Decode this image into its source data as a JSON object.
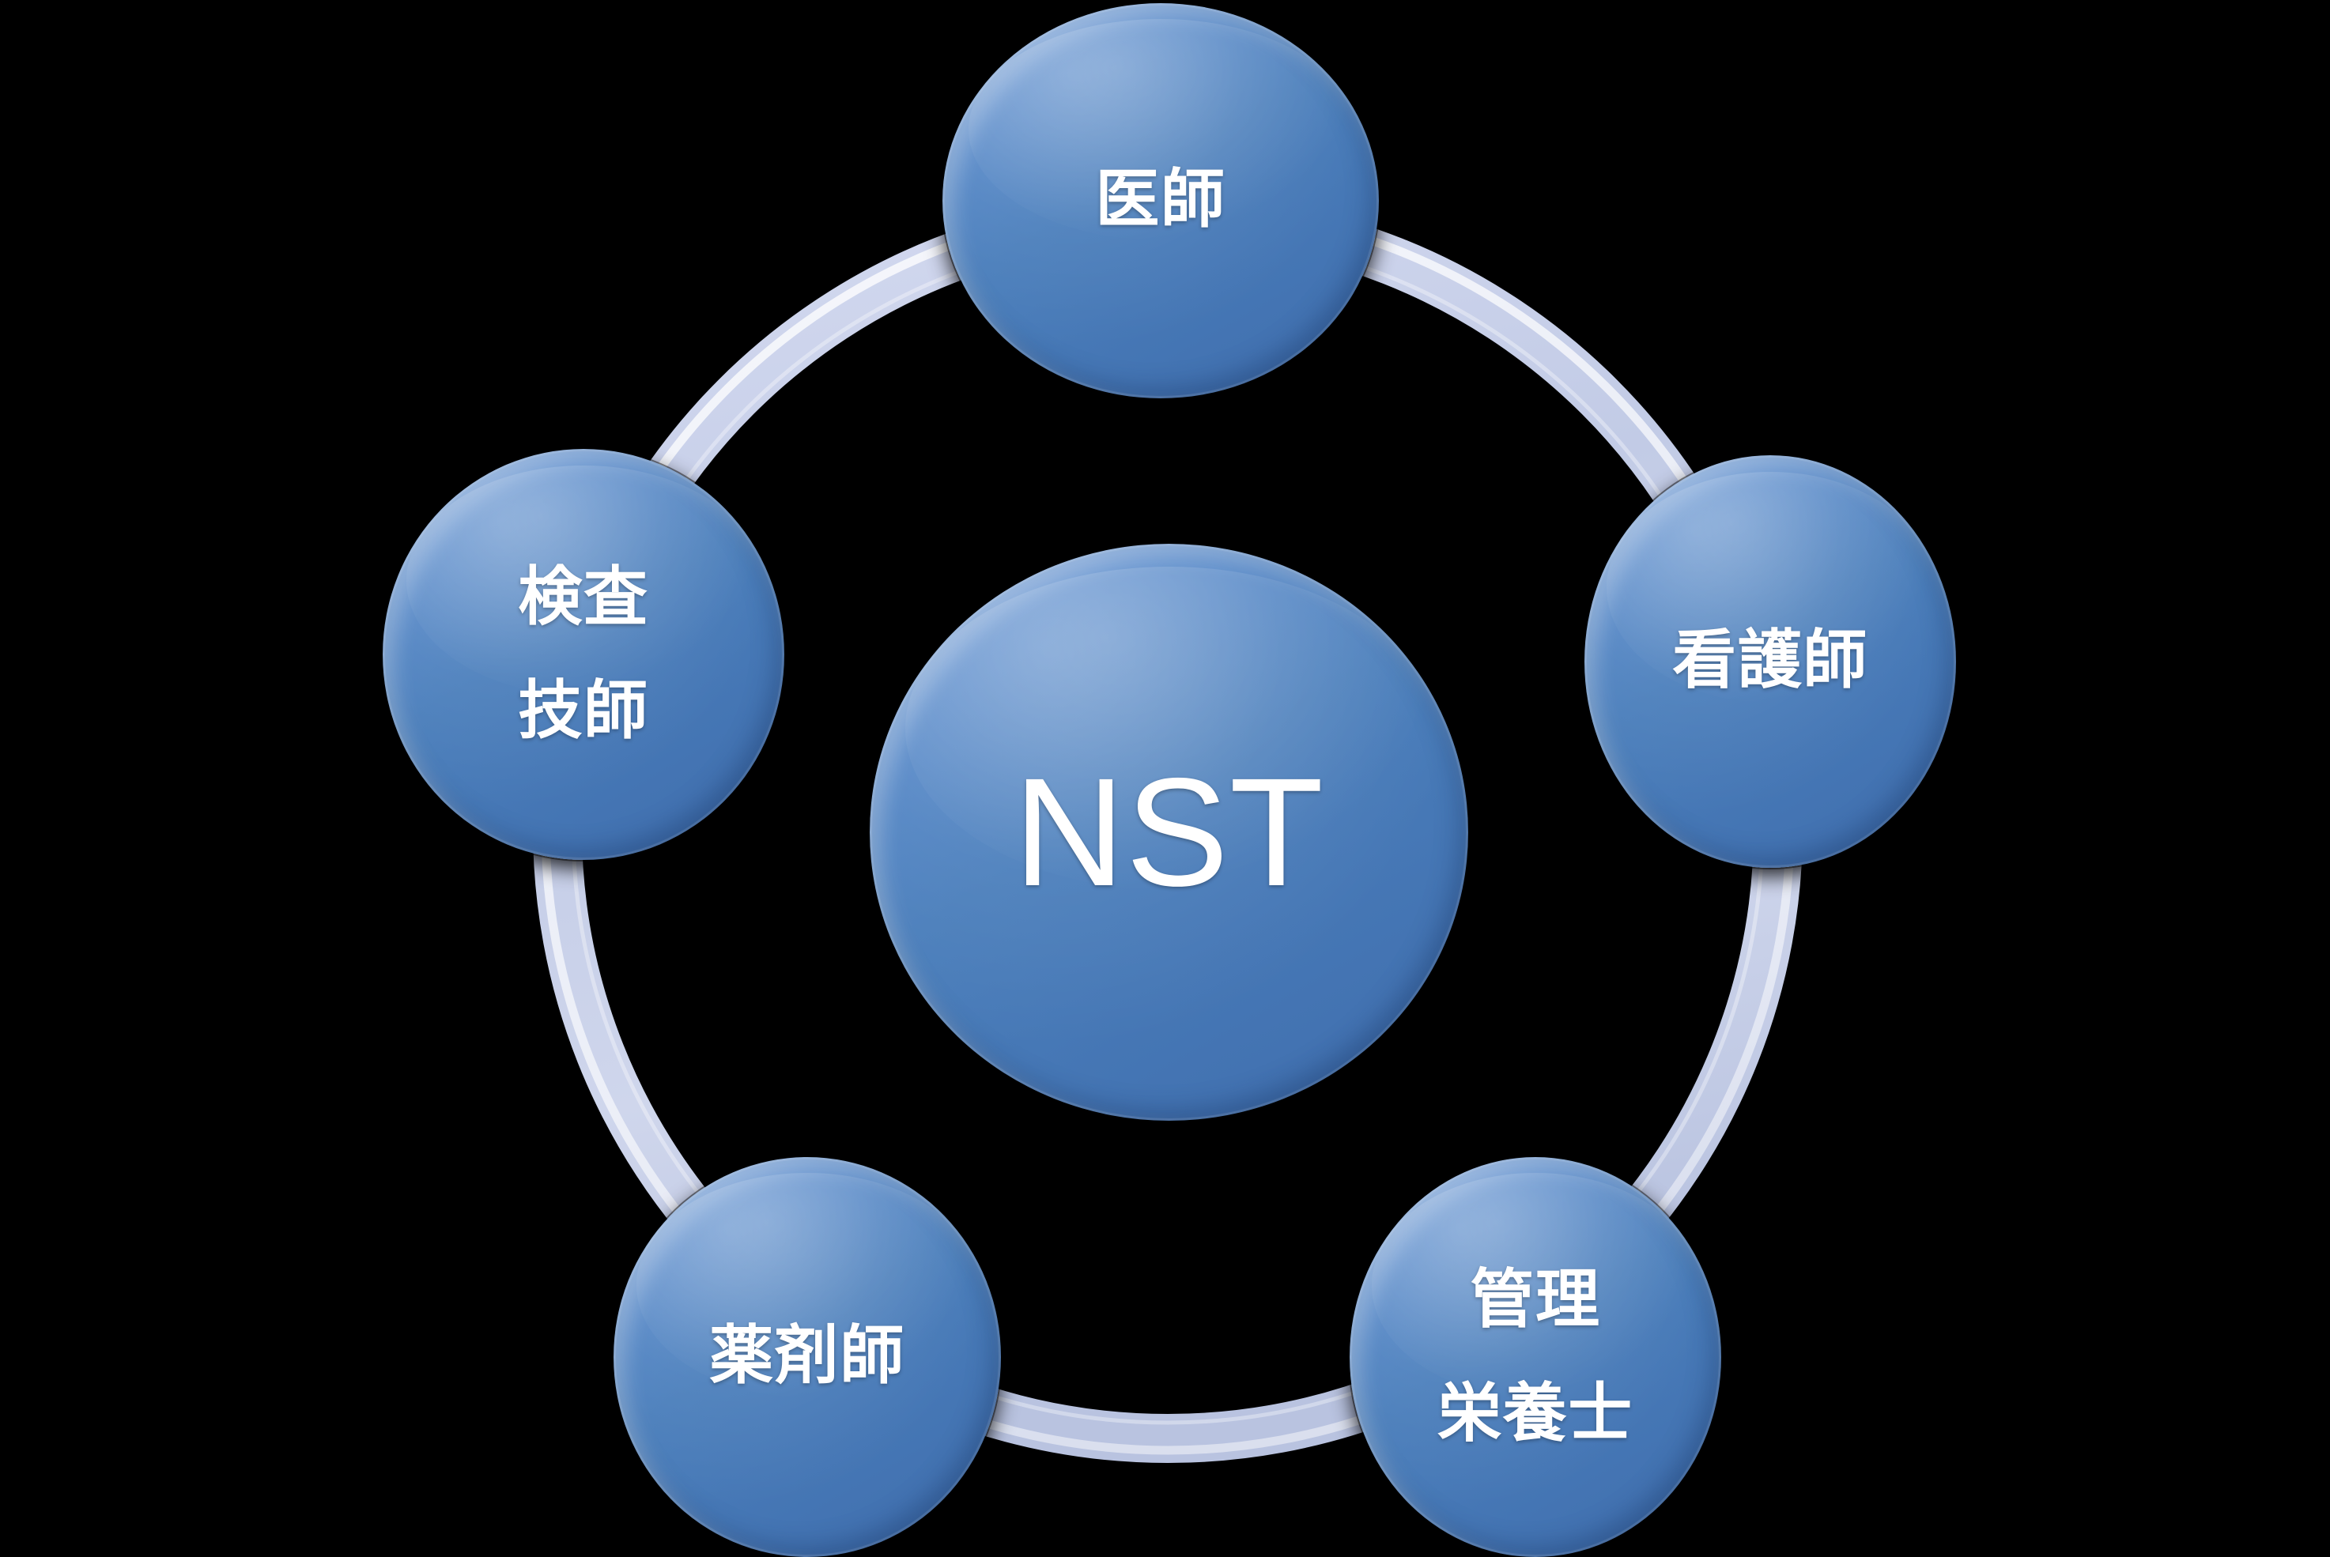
{
  "diagram": {
    "type": "cycle",
    "background_color": "#000000",
    "node_fill_color": "#4a7ebb",
    "node_text_color": "#ffffff",
    "ring_color": "#c3cce8",
    "ring_highlight_color": "#ffffff",
    "center": {
      "id": "center",
      "label": "NST"
    },
    "nodes": [
      {
        "id": "doctor",
        "label": "医師"
      },
      {
        "id": "nurse",
        "label": "看護師"
      },
      {
        "id": "dietitian",
        "label": "管理\n栄養士"
      },
      {
        "id": "pharmacist",
        "label": "薬剤師"
      },
      {
        "id": "lab",
        "label": "検査\n技師"
      }
    ]
  }
}
